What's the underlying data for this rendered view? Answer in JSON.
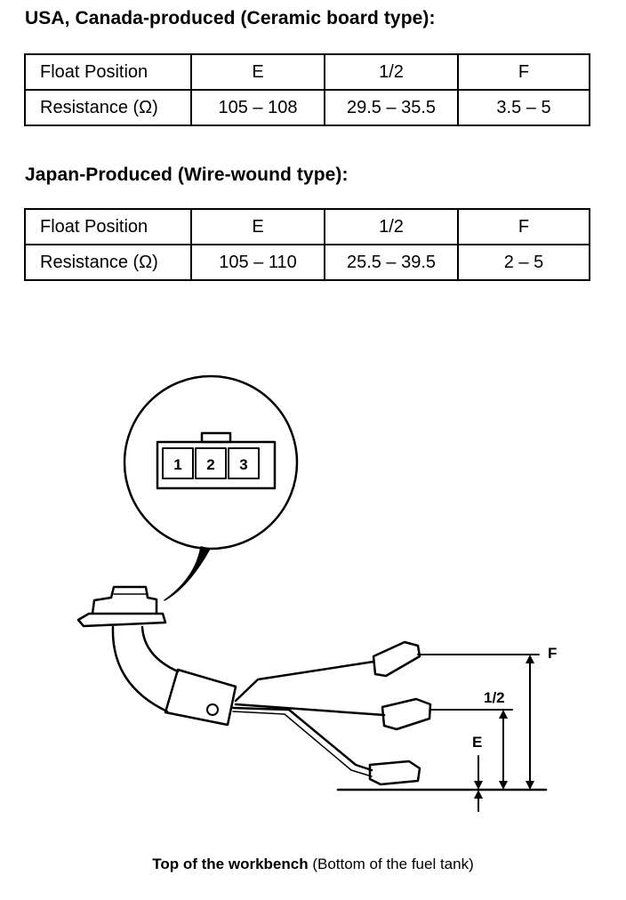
{
  "sections": [
    {
      "heading": "USA, Canada-produced (Ceramic board type):",
      "table": {
        "header": [
          "Float Position",
          "E",
          "1/2",
          "F"
        ],
        "row": [
          "Resistance (Ω)",
          "105 – 108",
          "29.5 – 35.5",
          "3.5 – 5"
        ]
      }
    },
    {
      "heading": "Japan-Produced (Wire-wound type):",
      "table": {
        "header": [
          "Float Position",
          "E",
          "1/2",
          "F"
        ],
        "row": [
          "Resistance (Ω)",
          "105 – 110",
          "25.5 – 39.5",
          "2 – 5"
        ]
      }
    }
  ],
  "diagram": {
    "connector_pins": [
      "1",
      "2",
      "3"
    ],
    "float_levels": {
      "full": "F",
      "half": "1/2",
      "empty": "E"
    }
  },
  "caption": {
    "bold": "Top of the workbench",
    "rest": " (Bottom of the fuel tank)"
  }
}
